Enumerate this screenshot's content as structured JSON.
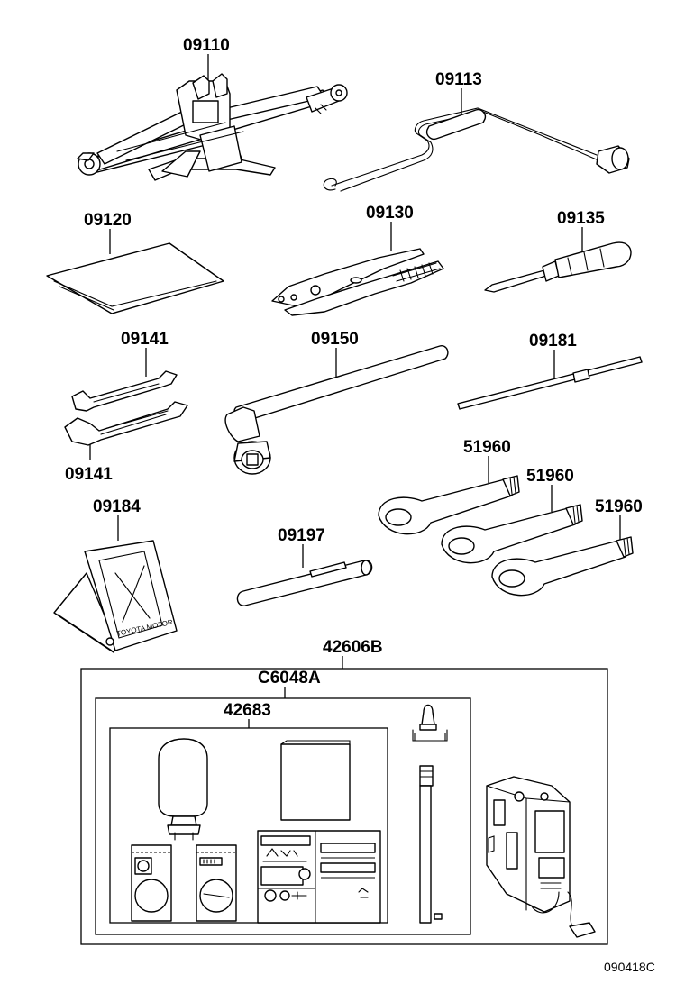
{
  "parts": {
    "p09110": "09110",
    "p09113": "09113",
    "p09120": "09120",
    "p09130": "09130",
    "p09135": "09135",
    "p09141a": "09141",
    "p09141b": "09141",
    "p09150": "09150",
    "p09181": "09181",
    "p51960a": "51960",
    "p51960b": "51960",
    "p51960c": "51960",
    "p09184": "09184",
    "p09197": "09197",
    "p42606B": "42606B",
    "pC6048A": "C6048A",
    "p42683": "42683"
  },
  "sign_text": "TOYOTA MOTOR",
  "reference": "090418C"
}
